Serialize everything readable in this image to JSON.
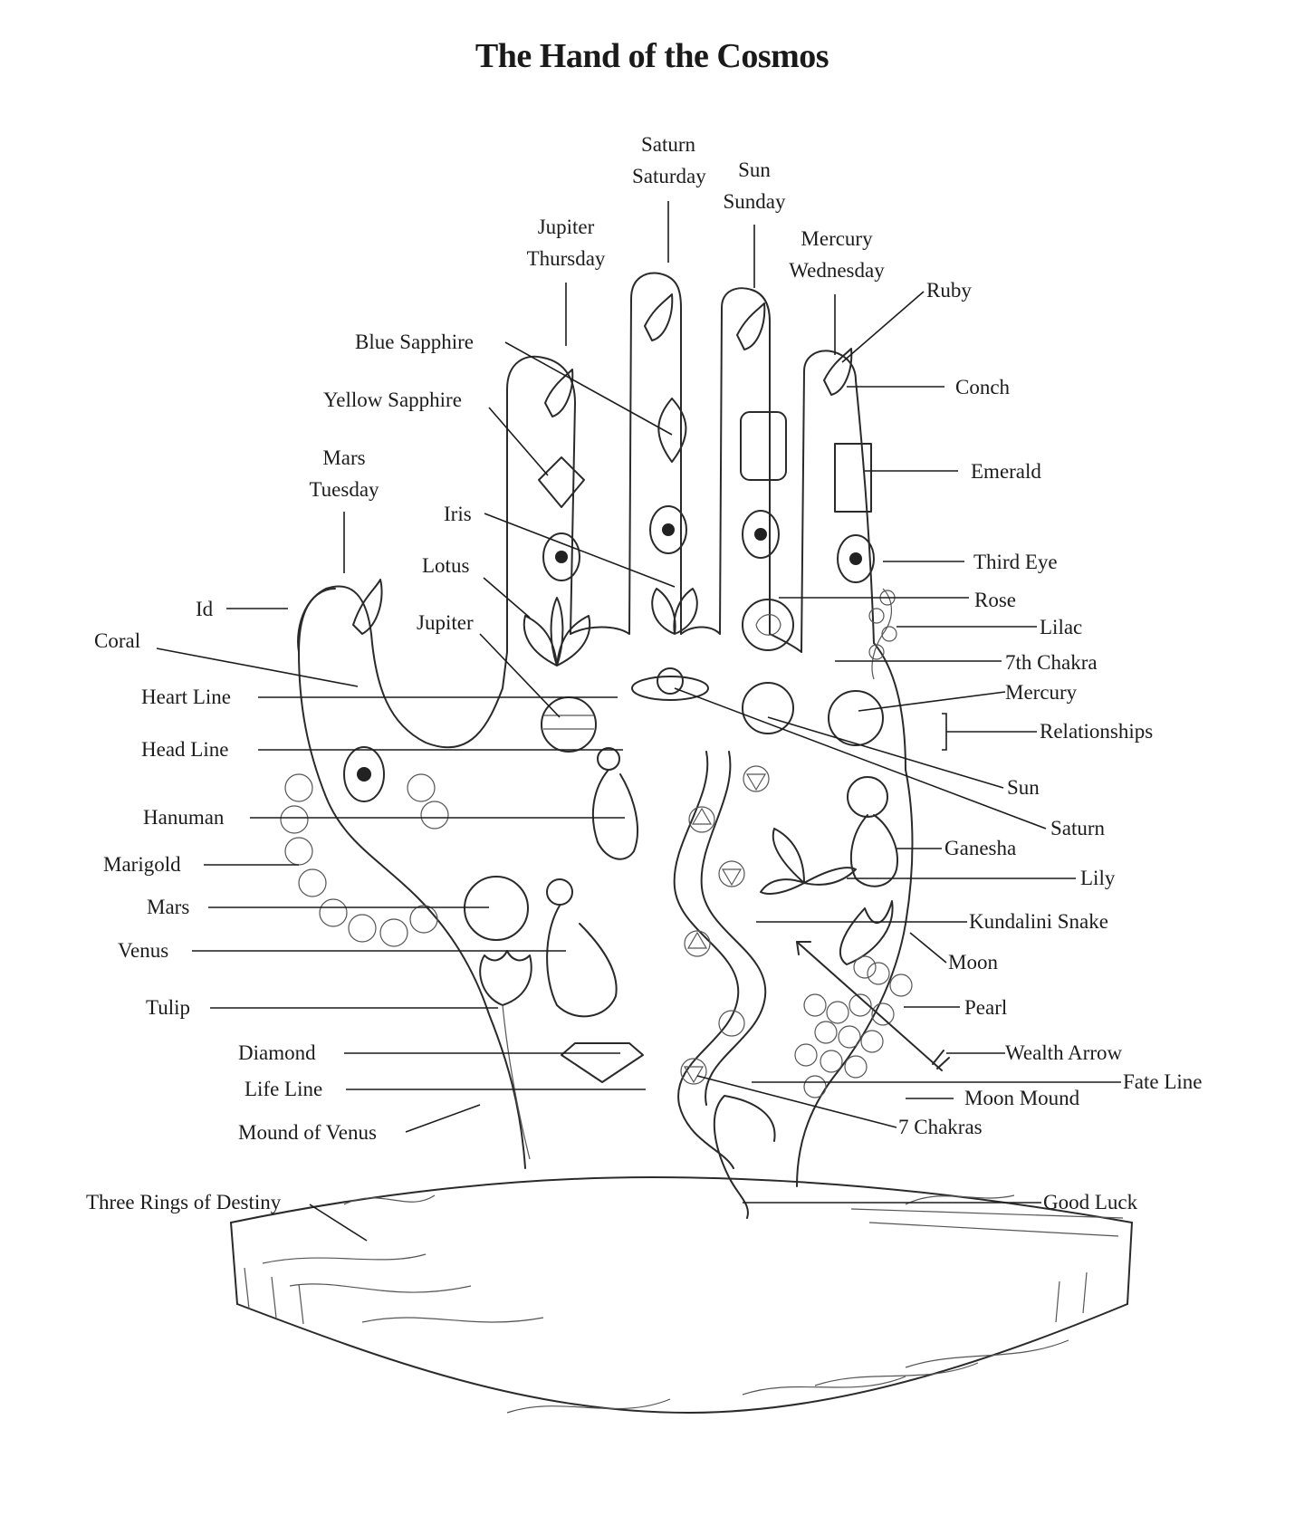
{
  "title": "The Hand of the Cosmos",
  "labels": {
    "saturn_saturday": [
      "Saturn",
      "Saturday"
    ],
    "sun_sunday": [
      "Sun",
      "Sunday"
    ],
    "jupiter_thursday": [
      "Jupiter",
      "Thursday"
    ],
    "mercury_wednesday": [
      "Mercury",
      "Wednesday"
    ],
    "mars_tuesday": [
      "Mars",
      "Tuesday"
    ],
    "ruby": "Ruby",
    "blue_sapphire": "Blue Sapphire",
    "conch": "Conch",
    "yellow_sapphire": "Yellow Sapphire",
    "emerald": "Emerald",
    "iris": "Iris",
    "third_eye": "Third Eye",
    "lotus": "Lotus",
    "rose": "Rose",
    "id": "Id",
    "jupiter": "Jupiter",
    "lilac": "Lilac",
    "coral": "Coral",
    "seventh_chakra": "7th Chakra",
    "heart_line": "Heart Line",
    "mercury": "Mercury",
    "relationships": "Relationships",
    "head_line": "Head Line",
    "sun": "Sun",
    "hanuman": "Hanuman",
    "saturn": "Saturn",
    "ganesha": "Ganesha",
    "marigold": "Marigold",
    "lily": "Lily",
    "mars": "Mars",
    "kundalini_snake": "Kundalini Snake",
    "venus": "Venus",
    "moon": "Moon",
    "tulip": "Tulip",
    "pearl": "Pearl",
    "diamond": "Diamond",
    "wealth_arrow": "Wealth Arrow",
    "fate_line": "Fate Line",
    "life_line": "Life Line",
    "moon_mound": "Moon Mound",
    "mound_of_venus": "Mound of Venus",
    "seven_chakras": "7 Chakras",
    "three_rings_of_destiny": "Three Rings of Destiny",
    "good_luck": "Good Luck"
  }
}
